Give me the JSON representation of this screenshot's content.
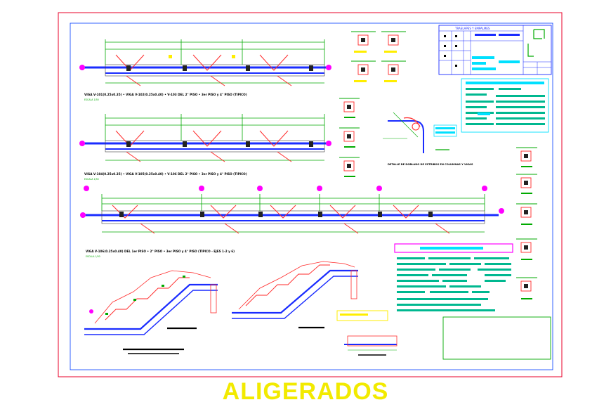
{
  "drawing": {
    "caption": "ALIGERADOS",
    "labels": {
      "beam_1": "VIGA V-101(0.25x0.35) • VIGA V-102(0.25x0.40) • V-103 DEL 2° PISO • 3er PISO y 4° PISO (TIPICO)",
      "beam_2": "VIGA V-104(0.25x0.35) • VIGA V-105(0.25x0.40) • V-106 DEL 2° PISO • 3er PISO y 4° PISO (TIPICO)",
      "beam_3": "VIGA V-106(0.25x0.40) DEL 1er PISO • 2° PISO • 3er PISO y 4° PISO (TIPICO - EJES 1-2 y 6)",
      "detail": "DETALLE DE DOBLADO DE ESTRIBOS EN COLUMNAS Y VIGAS",
      "table_title": "TRASLAPES Y EMPALMES",
      "scale": "ESCALA 1/50"
    },
    "colors": {
      "frame": "#e8002a",
      "border": "#003cff",
      "rebar": "#1a2cff",
      "dimension": "#00aa00",
      "annotation": "#ff2a2a",
      "notes": "#00e0ff",
      "highlight": "#ffee00",
      "magenta": "#ff00ff",
      "caption": "#f2ea00"
    }
  }
}
